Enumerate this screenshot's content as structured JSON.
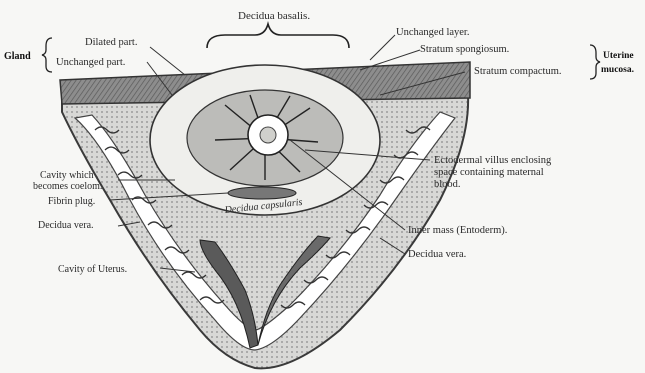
{
  "figure": {
    "labels": {
      "decidua_basalis": "Decidua basalis.",
      "unchanged_layer": "Unchanged layer.",
      "stratum_spongiosum": "Stratum spongiosum.",
      "stratum_compactum": "Stratum compactum.",
      "uterine_mucosa_line1": "Uterine",
      "uterine_mucosa_line2": "mucosa.",
      "gland": "Gland",
      "dilated_part": "Dilated part.",
      "unchanged_part": "Unchanged part.",
      "ectodermal_line1": "Ectodermal villus enclosing",
      "ectodermal_line2": "space containing maternal",
      "ectodermal_line3": "blood.",
      "cavity_coelom_line1": "Cavity which",
      "cavity_coelom_line2": "becomes coelom.",
      "fibrin_plug": "Fibrin plug.",
      "decidua_vera_left": "Decidua vera.",
      "decidua_capsularis": "Decidua capsularis",
      "inner_mass": "Inner mass (Entoderm).",
      "decidua_vera_right": "Decidua vera.",
      "cavity_of_uterus": "Cavity of Uterus."
    }
  }
}
